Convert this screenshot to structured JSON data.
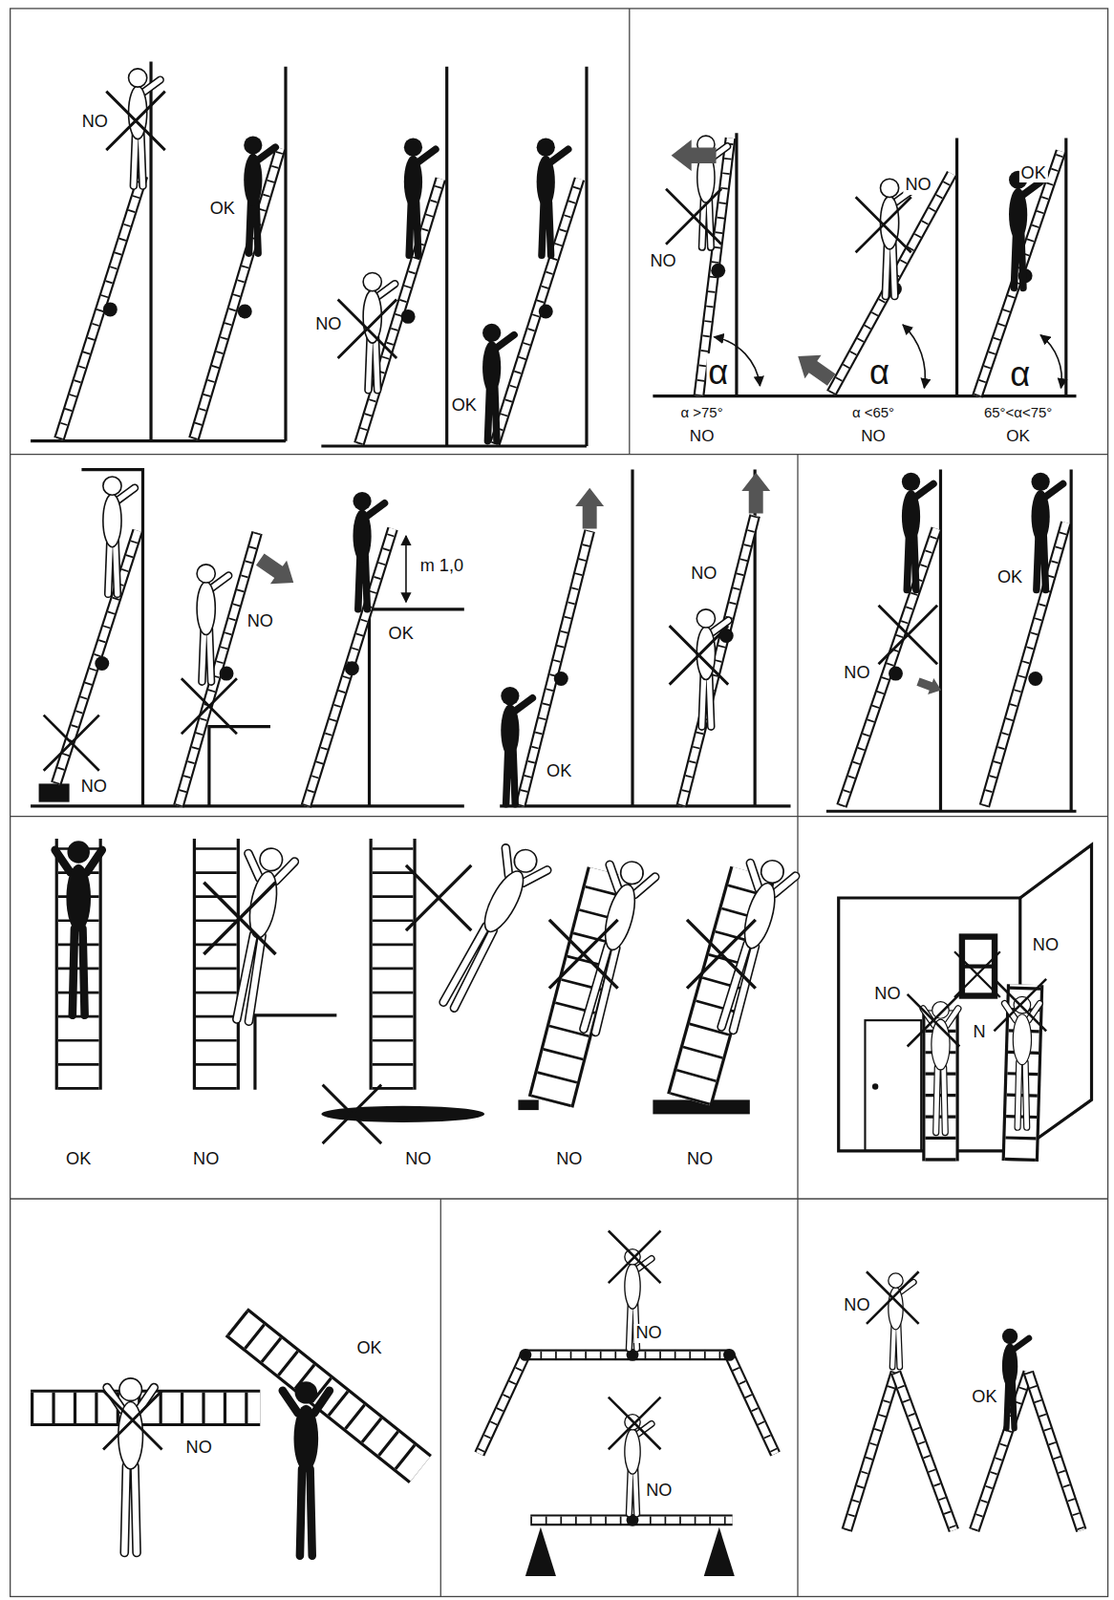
{
  "diagram": {
    "labels": [
      "NO",
      "OK",
      "NO",
      "OK",
      "NO",
      "NO",
      "OK",
      "α",
      "α",
      "α",
      "α >75°",
      "NO",
      "α <65°",
      "NO",
      "65°<α<75°",
      "OK",
      "NO",
      "NO",
      "m 1,0",
      "OK",
      "OK",
      "NO",
      "NO",
      "OK",
      "OK",
      "NO",
      "NO",
      "NO",
      "NO",
      "NO",
      "NO",
      "N",
      "NO",
      "OK",
      "NO",
      "NO",
      "NO",
      "OK"
    ]
  }
}
